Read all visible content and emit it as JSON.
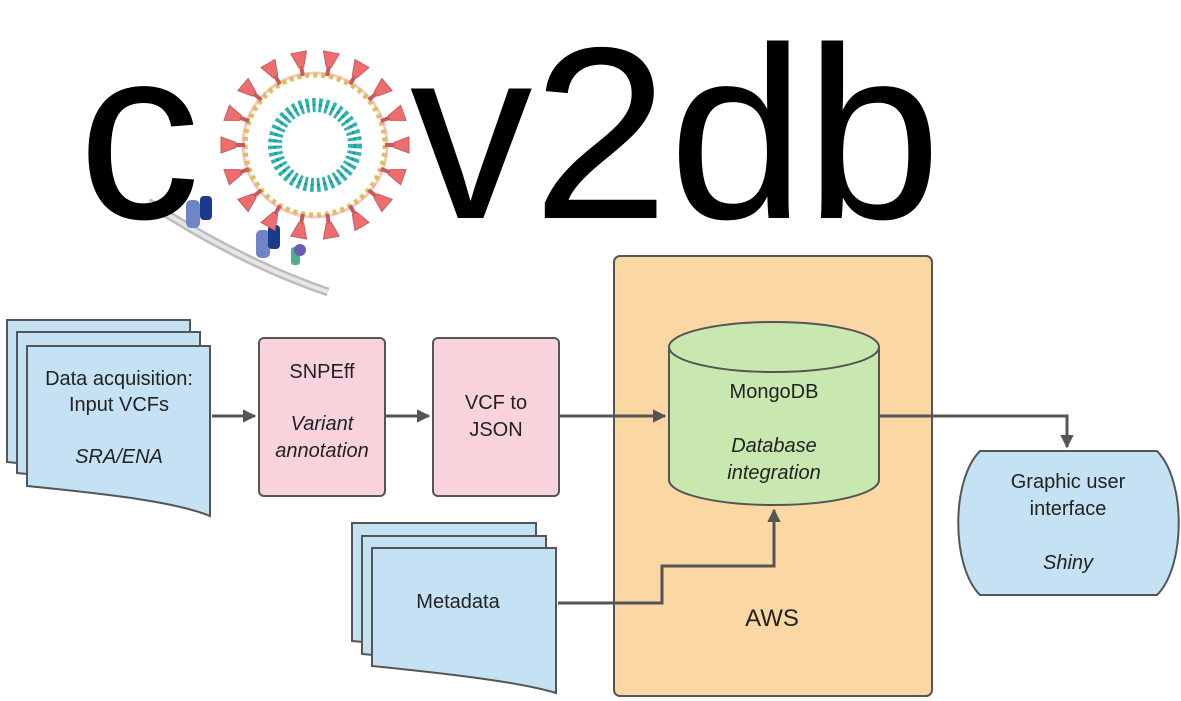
{
  "logo": {
    "prefix": "c",
    "suffix": "v2db",
    "virus_icon": "coronavirus-icon"
  },
  "nodes": {
    "data_acquisition": {
      "line1": "Data acquisition:",
      "line2": "Input VCFs",
      "sub": "SRA/ENA"
    },
    "snpeff": {
      "title": "SNPEff",
      "sub1": "Variant",
      "sub2": "annotation"
    },
    "vcf_to_json": {
      "line1": "VCF to",
      "line2": "JSON"
    },
    "mongodb": {
      "title": "MongoDB",
      "sub1": "Database",
      "sub2": "integration"
    },
    "metadata": {
      "label": "Metadata"
    },
    "aws": {
      "label": "AWS"
    },
    "gui": {
      "line1": "Graphic user",
      "line2": "interface",
      "sub": "Shiny"
    }
  },
  "colors": {
    "doc_fill": "#c4e2f4",
    "process_fill": "#f9d3dc",
    "aws_fill": "#fbd7a3",
    "db_fill": "#c9e8b0",
    "spike_red": "#ee6e70",
    "ring_teal": "#2bb3ad",
    "membrane_gold": "#e3bc5a",
    "receptor_blue": "#1b3a8e"
  }
}
